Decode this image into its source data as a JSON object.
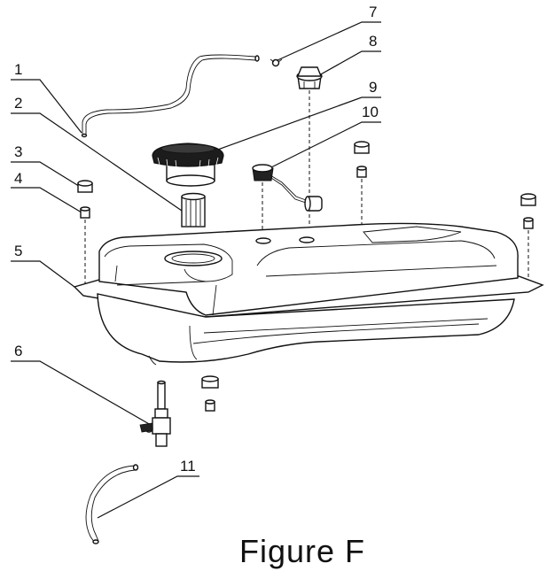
{
  "figure": {
    "caption": "Figure F",
    "callouts": [
      {
        "id": 1,
        "label": "1"
      },
      {
        "id": 2,
        "label": "2"
      },
      {
        "id": 3,
        "label": "3"
      },
      {
        "id": 4,
        "label": "4"
      },
      {
        "id": 5,
        "label": "5"
      },
      {
        "id": 6,
        "label": "6"
      },
      {
        "id": 7,
        "label": "7"
      },
      {
        "id": 8,
        "label": "8"
      },
      {
        "id": 9,
        "label": "9"
      },
      {
        "id": 10,
        "label": "10"
      },
      {
        "id": 11,
        "label": "11"
      }
    ]
  }
}
